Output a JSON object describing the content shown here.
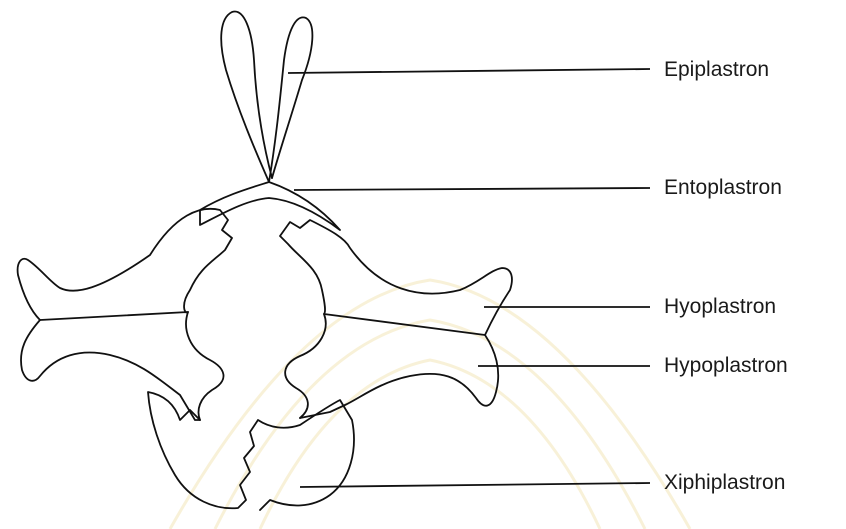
{
  "figure": {
    "labels": {
      "epiplastron": "Epiplastron",
      "entoplastron": "Entoplastron",
      "hyoplastron": "Hyoplastron",
      "hypoplastron": "Hypoplastron",
      "xiphiplastron": "Xiphiplastron"
    }
  }
}
